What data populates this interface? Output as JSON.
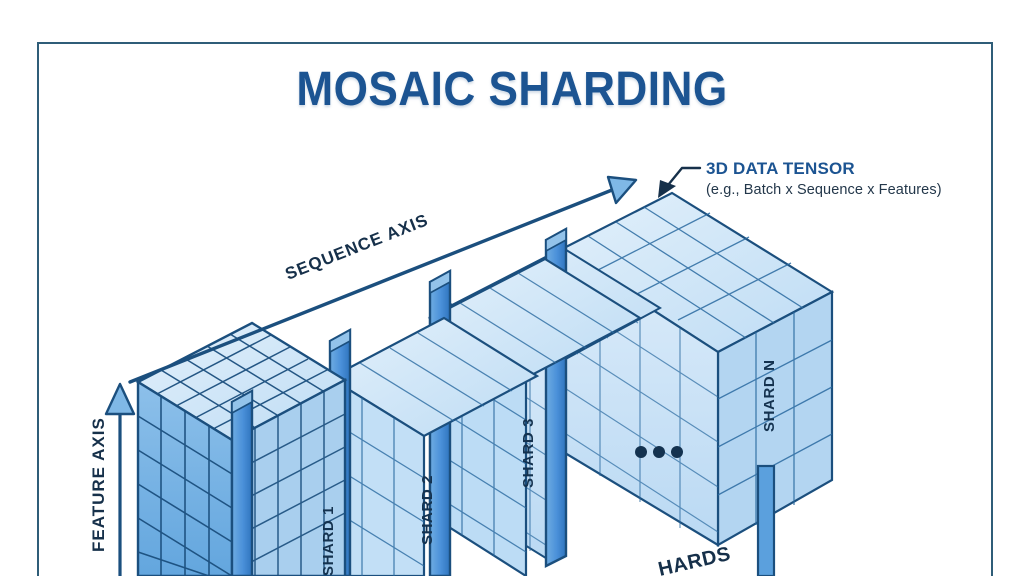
{
  "page": {
    "title": "MOSAIC SHARDING",
    "background_color": "#ffffff",
    "border_color": "#2f5d78"
  },
  "colors": {
    "title": "#1c5492",
    "ink": "#16304a",
    "outline_dark": "#1b4f7e",
    "slab": "#4a90d9",
    "slab_dark": "#1b4f7e",
    "front_face": "#74b2e4",
    "top_face": "#d6e8f7",
    "side_face": "#a9cfee",
    "ghost_face": "#cfe5f7",
    "grid": "#2a6aa0"
  },
  "callout": {
    "title": "3D DATA TENSOR",
    "subtitle": "(e.g., Batch x Sequence x Features)"
  },
  "axes": {
    "sequence": "SEQUENCE AXIS",
    "feature": "FEATURE AXIS"
  },
  "shards": {
    "labels": [
      "SHARD 1",
      "SHARD 2",
      "SHARD 3",
      "SHARD N"
    ],
    "ellipsis": "• • •"
  },
  "footer": {
    "partial_label": "HARDS"
  }
}
